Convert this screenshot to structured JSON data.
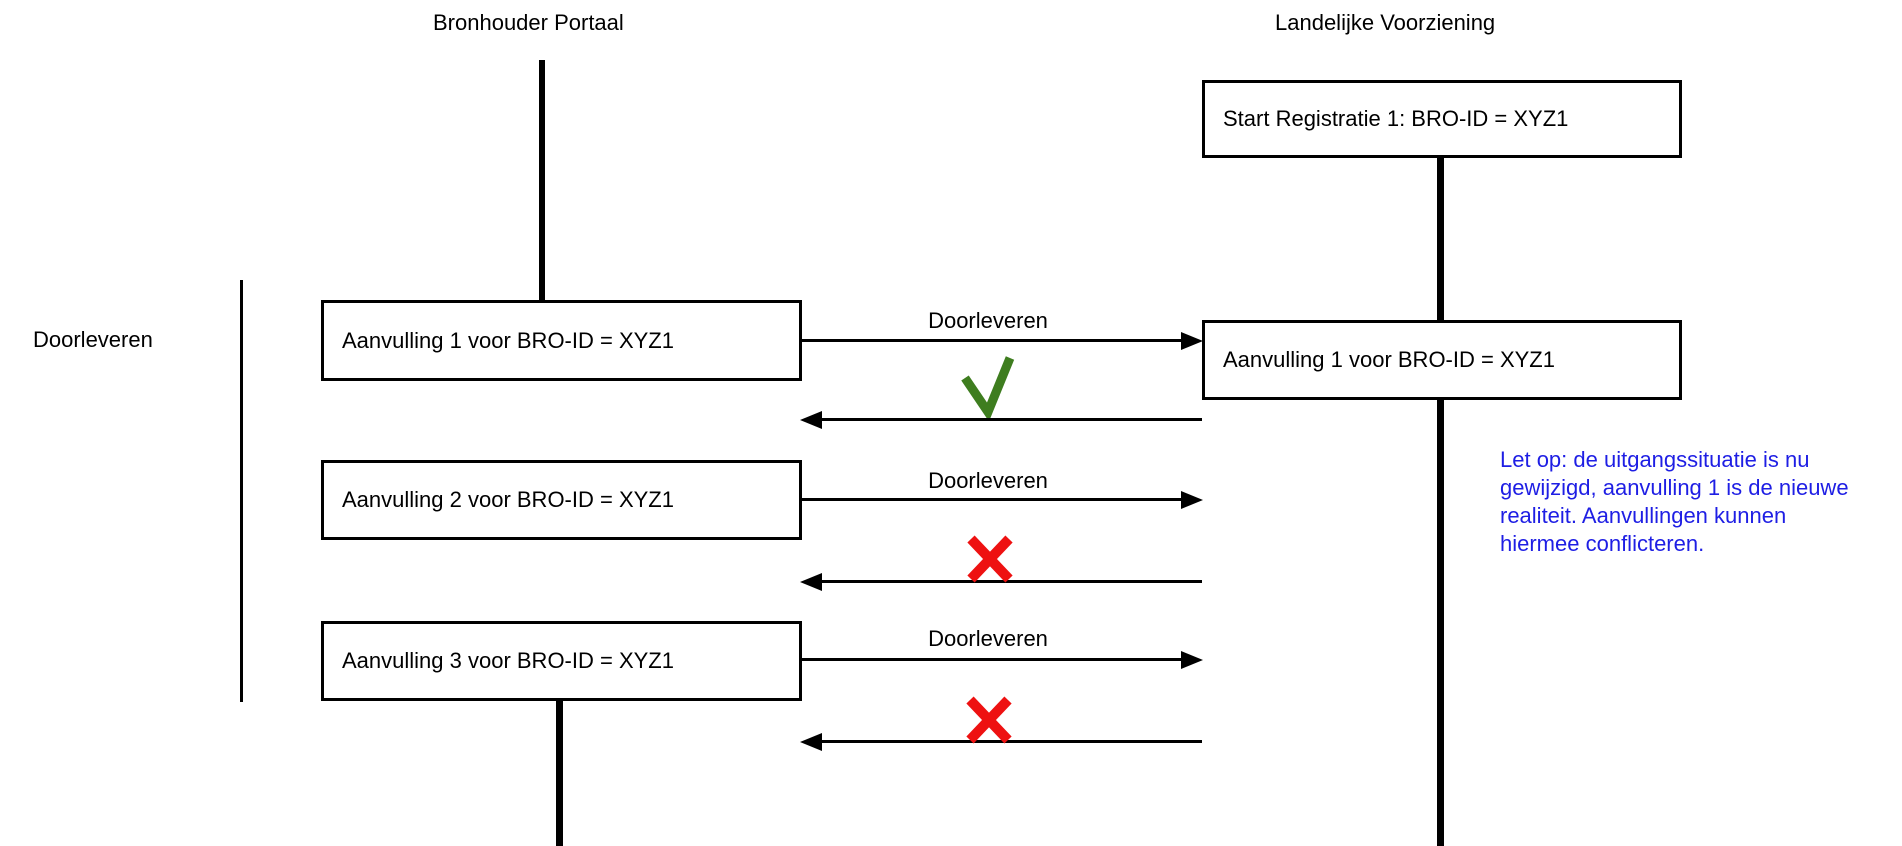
{
  "diagram": {
    "lanes": {
      "left": {
        "title": "Bronhouder Portaal"
      },
      "right": {
        "title": "Landelijke Voorziening"
      }
    },
    "group_label": "Doorleveren",
    "start_box": {
      "label": "Start Registratie 1: BRO-ID = XYZ1"
    },
    "left_boxes": [
      {
        "label": "Aanvulling 1 voor BRO-ID = XYZ1"
      },
      {
        "label": "Aanvulling 2 voor BRO-ID = XYZ1"
      },
      {
        "label": "Aanvulling 3 voor BRO-ID = XYZ1"
      }
    ],
    "right_box": {
      "label": "Aanvulling 1 voor BRO-ID = XYZ1"
    },
    "messages": [
      {
        "label": "Doorleveren",
        "direction": "right",
        "result": "success"
      },
      {
        "label": "Doorleveren",
        "direction": "right",
        "result": "failure"
      },
      {
        "label": "Doorleveren",
        "direction": "right",
        "result": "failure"
      }
    ],
    "note": {
      "lines": [
        "Let op: de uitgangssituatie is nu",
        "gewijzigd, aanvulling 1 is de nieuwe",
        "realiteit. Aanvullingen kunnen",
        "hiermee conflicteren."
      ]
    },
    "colors": {
      "success": "#3E7D1F",
      "failure": "#EE1111",
      "note_text": "#1E1EE4",
      "line": "#000000",
      "background": "#FFFFFF"
    }
  }
}
